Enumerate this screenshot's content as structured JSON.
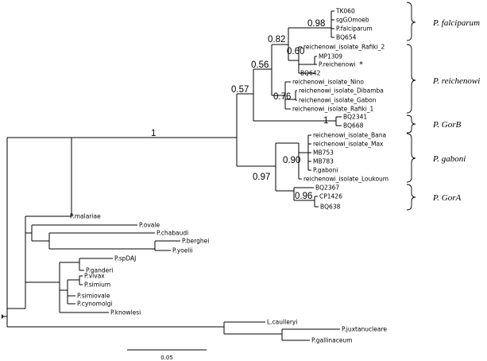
{
  "leaves": {
    "tk060": "TK060",
    "sgGomeeb": "sgGOmoeb",
    "pfalciparum": "P.falciparum",
    "bq654": "BQ654",
    "rafiki2": "reichenowi_isolate_Rafiki_2",
    "mp1309": "MP1309",
    "preichenowi": "P.reichenowi",
    "star": "*",
    "bq642": "BQ642",
    "nino": "reichenowi_isolate_Nino",
    "dibamba": "reichenowi_isolate_Dibamba",
    "gabon": "reichenowi_isolate_Gabon",
    "rafiki1": "reichenowi_isolate_Rafiki_1",
    "bq2341": "BQ2341",
    "bq668": "BQ668",
    "bana": "reichenowi_isolate_Bana",
    "max": "reichenowi_isolate_Max",
    "mb753": "MB753",
    "mb783": "MB783",
    "pgaboni": "P.gaboni",
    "loukoum": "reichenowi_isolate_Loukoum",
    "bq2367": "BQ2367",
    "cp1426": "CP1426",
    "bq638": "BQ638",
    "pmalariae": "P.malariae",
    "povale": "P.ovale",
    "pchabaudi": "P.chabaudi",
    "pberghei": "P.berghei",
    "pyoelii": "P.yoelii",
    "pspdaj": "P.spDAJ",
    "pganderi": "P.ganderi",
    "pvivax": "P.vivax",
    "psimium": "P.simium",
    "psimiovale": "P.simiovale",
    "pcynomolgi": "P.cynomolgi",
    "pknowlesi": "P.knowlesi",
    "lcaulleryi": "L.caulleryi",
    "pjuxtanucleare": "P.juxtanucleare",
    "pgallinaceum": "P.gallinaceum"
  },
  "support": {
    "n098": "0.98",
    "n082": "0.82",
    "n060": "0.60",
    "n056": "0.56",
    "n057": "0.57",
    "n076": "0.76",
    "n1_root": "1",
    "n1_gorb": "1",
    "n090": "0.90",
    "n097": "0.97",
    "n096": "0.96"
  },
  "groups": {
    "falciparum": "P. falciparum",
    "reichenowi": "P. reichenowi",
    "gorb": "P. GorB",
    "gaboni": "P. gaboni",
    "gora": "P. GorA"
  },
  "scale_bar": {
    "label": "0.05"
  }
}
